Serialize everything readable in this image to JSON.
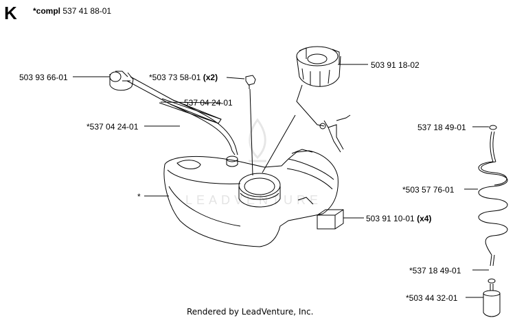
{
  "section_letter": "K",
  "header": {
    "prefix": "*compl",
    "number": "537 41 88-01"
  },
  "watermark": "LEADVENTURE",
  "footer": "Rendered by LeadVenture, Inc.",
  "labels": {
    "l1": {
      "text": "503 93 66-01",
      "qty": ""
    },
    "l2": {
      "text": "*503 73 58-01",
      "qty": "(x2)"
    },
    "l3": {
      "text": "537 04 24-01",
      "qty": ""
    },
    "l4": {
      "text": "*537 04 24-01",
      "qty": ""
    },
    "l5": {
      "text": "*",
      "qty": ""
    },
    "l6": {
      "text": "503 91 18-02",
      "qty": ""
    },
    "l7": {
      "text": "503 91 10-01",
      "qty": "(x4)"
    },
    "l8": {
      "text": "537 18 49-01",
      "qty": ""
    },
    "l9": {
      "text": "*503 57 76-01",
      "qty": ""
    },
    "l10": {
      "text": "*537 18 49-01",
      "qty": ""
    },
    "l11": {
      "text": "*503 44 32-01",
      "qty": ""
    }
  },
  "colors": {
    "line": "#000000",
    "watermark": "#e4e4e4",
    "shade": "#d9d9d9"
  }
}
